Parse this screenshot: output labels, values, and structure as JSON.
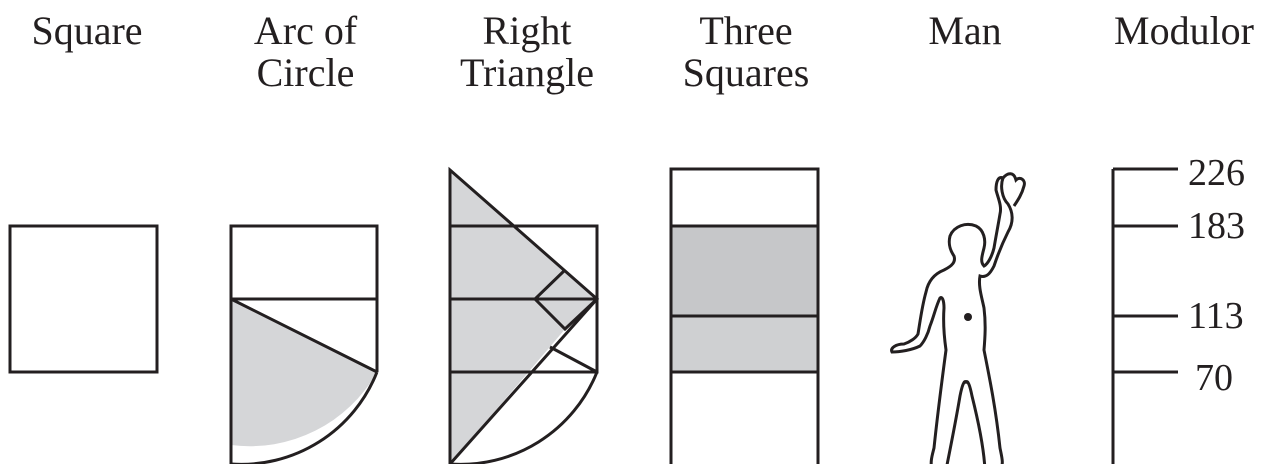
{
  "colors": {
    "line": "#231f20",
    "light_fill": "#d5d6d8",
    "dark_fill": "#c6c7c9",
    "background": "#ffffff"
  },
  "captions": {
    "square": [
      "Square"
    ],
    "arc_of_circle": [
      "Arc of",
      "Circle"
    ],
    "right_triangle": [
      "Right",
      "Triangle"
    ],
    "three_squares": [
      "Three",
      "Squares"
    ],
    "man": [
      "Man"
    ],
    "modulor": [
      "Modulor"
    ]
  },
  "modulor_scale": {
    "ticks": [
      "226",
      "183",
      "113",
      "70"
    ]
  },
  "figures": [
    {
      "id": "square",
      "icon": "shaded-square"
    },
    {
      "id": "arc_of_circle",
      "icon": "square-with-quarter-arc"
    },
    {
      "id": "right_triangle",
      "icon": "nested-right-triangles"
    },
    {
      "id": "three_squares",
      "icon": "stacked-squares"
    },
    {
      "id": "man",
      "icon": "raised-arm-human-figure"
    },
    {
      "id": "modulor",
      "icon": "measurement-scale"
    }
  ]
}
